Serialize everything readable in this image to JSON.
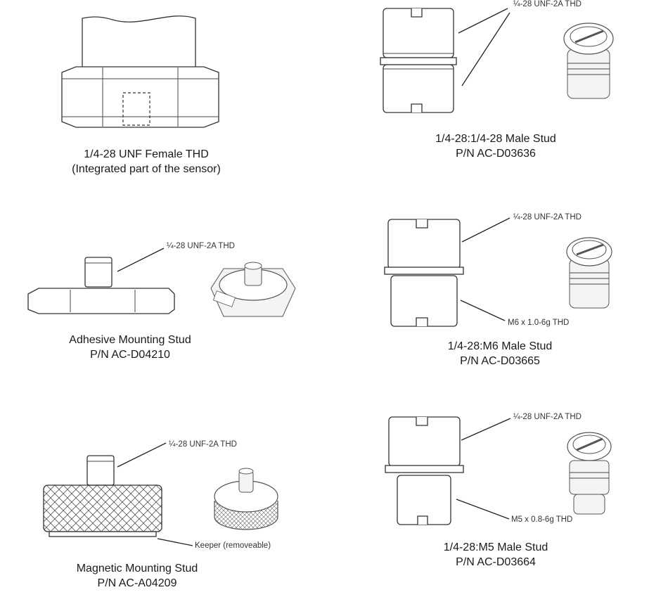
{
  "items": [
    {
      "title": "1/4-28 UNF Female THD",
      "subtitle": "(Integrated part of the sensor)"
    },
    {
      "title": "1/4-28:1/4-28 Male Stud",
      "subtitle": "P/N AC-D03636"
    },
    {
      "title": "Adhesive Mounting Stud",
      "subtitle": "P/N AC-D04210"
    },
    {
      "title": "1/4-28:M6 Male Stud",
      "subtitle": "P/N AC-D03665"
    },
    {
      "title": "Magnetic Mounting Stud",
      "subtitle": "P/N AC-A04209"
    },
    {
      "title": "1/4-28:M5 Male Stud",
      "subtitle": "P/N AC-D03664"
    }
  ],
  "callouts": {
    "thread_quarter": "¼-28 UNF-2A THD",
    "m6": "M6 x 1.0-6g THD",
    "m5": "M5 x 0.8-6g THD",
    "keeper": "Keeper (removeable)"
  }
}
